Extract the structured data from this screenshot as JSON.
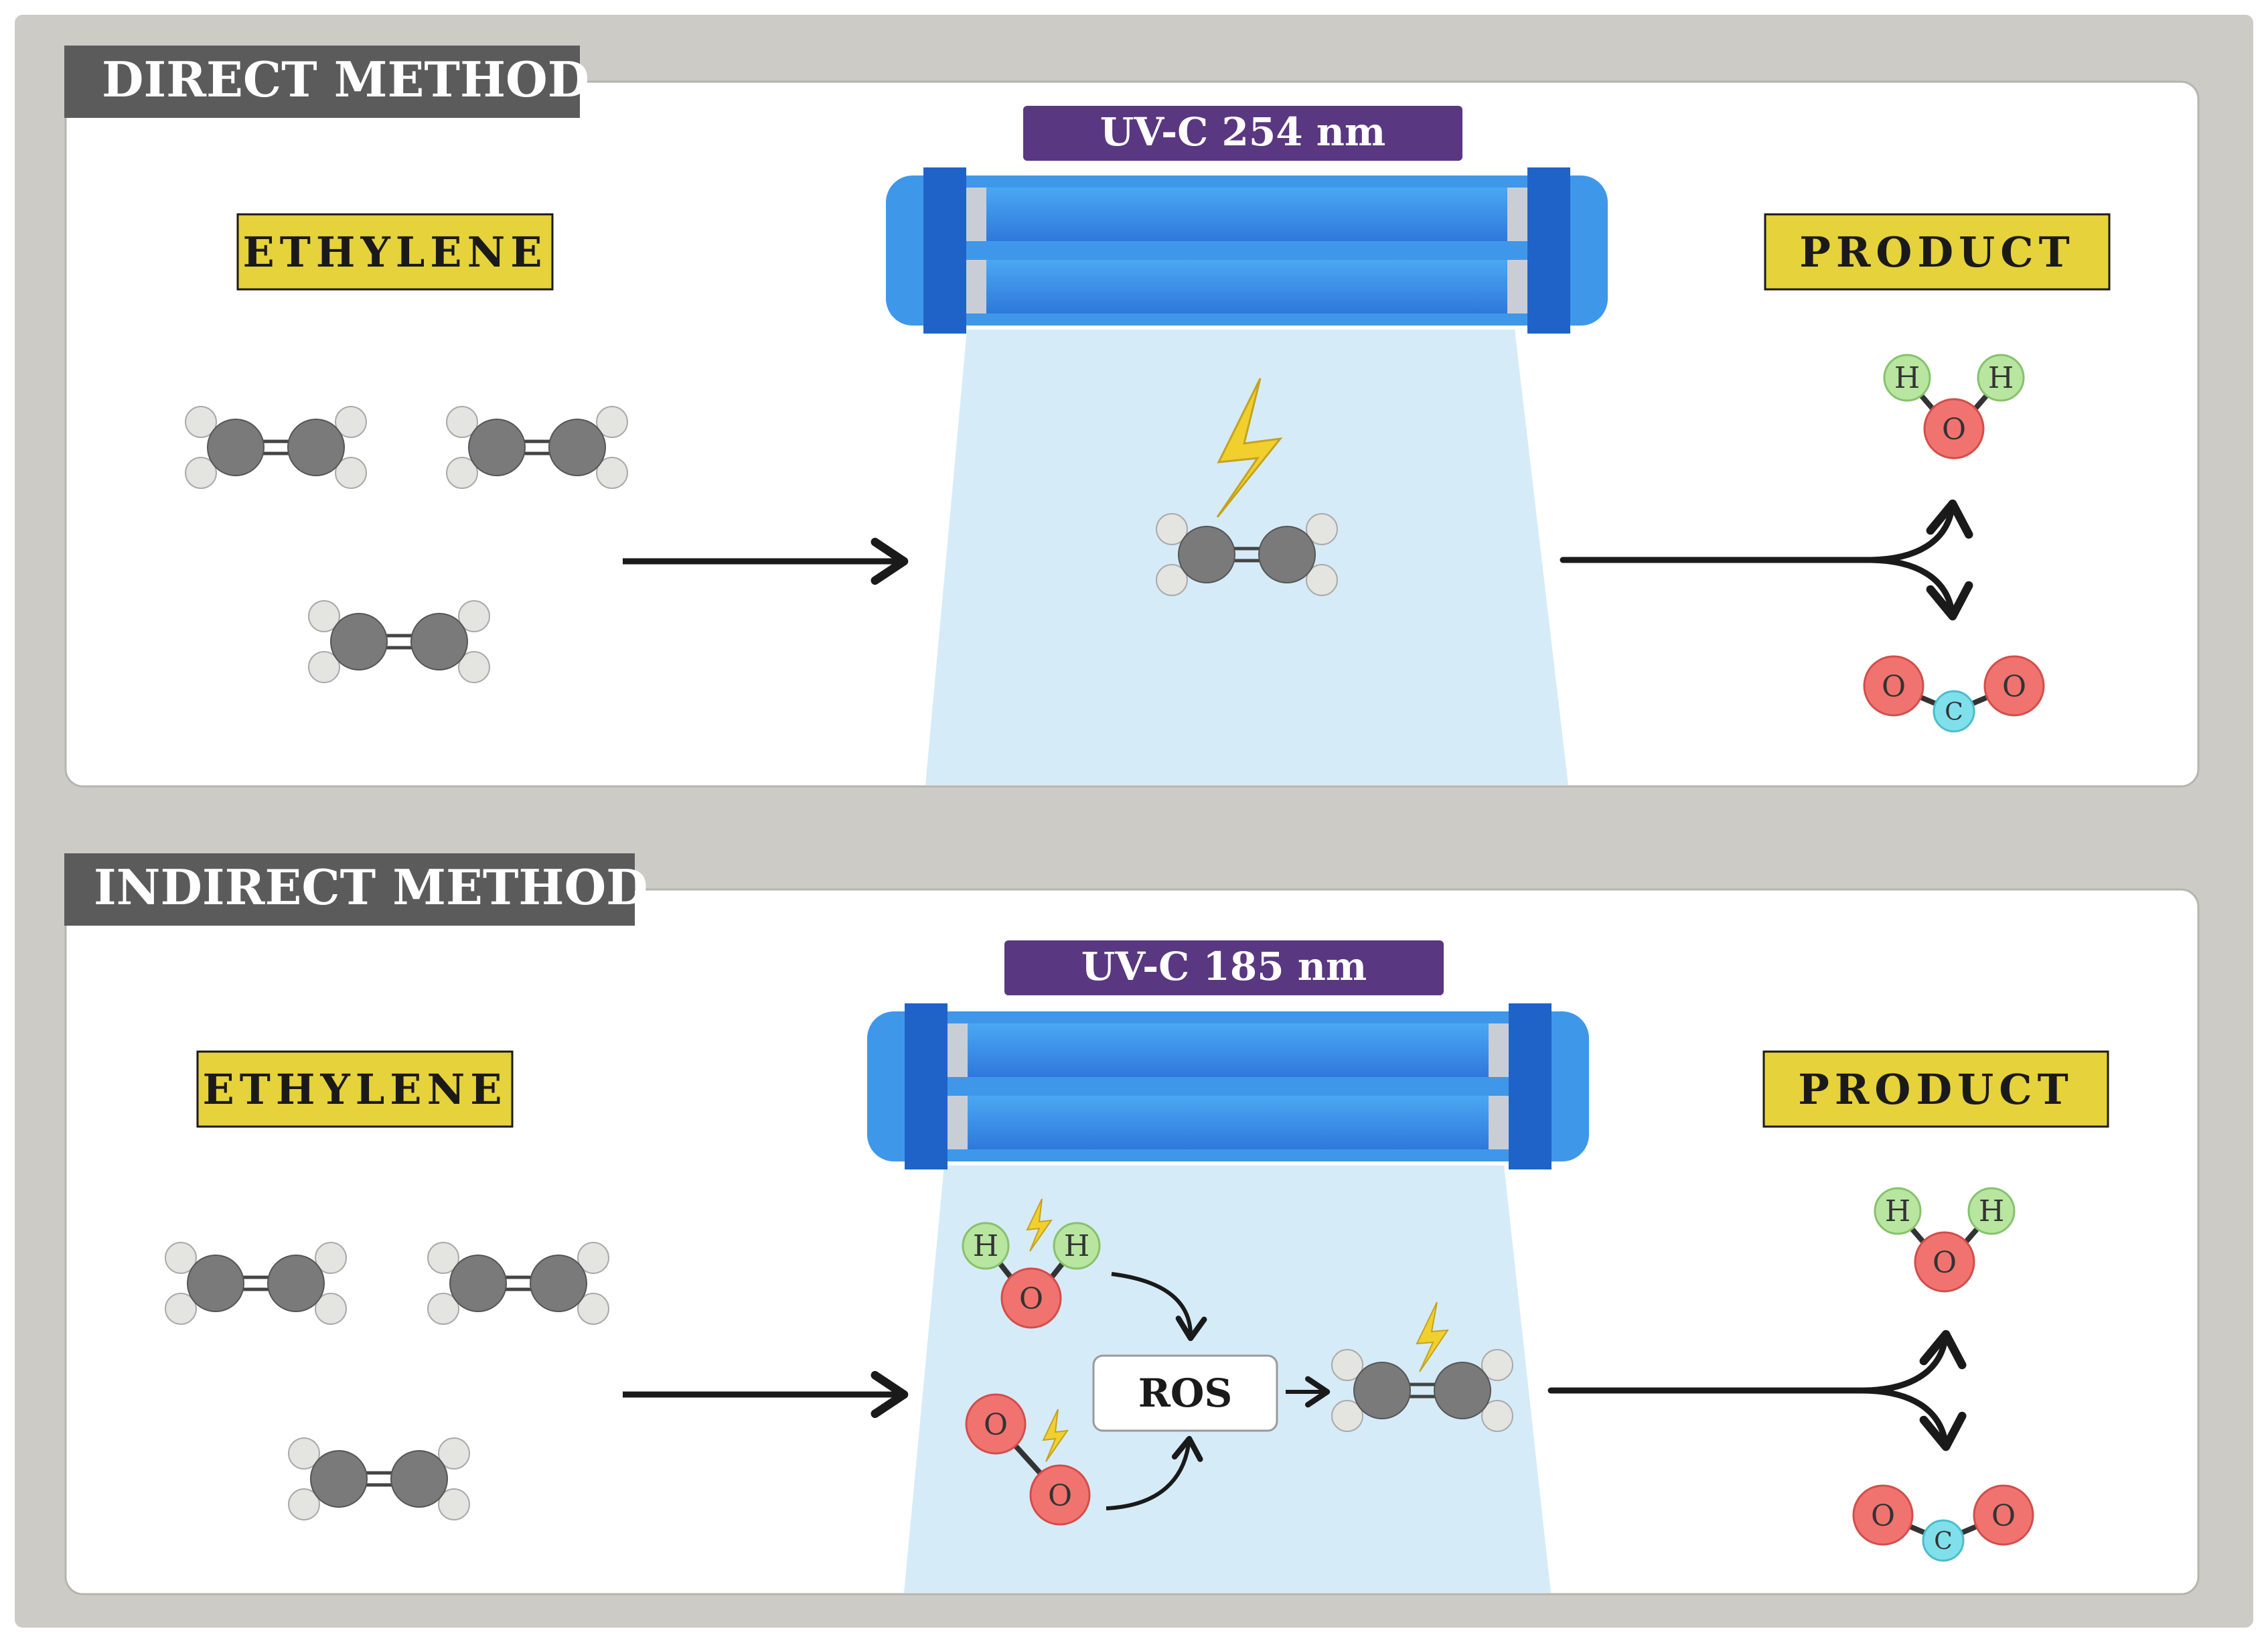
{
  "direct": {
    "tab_label": "DIRECT METHOD",
    "uv_label": "UV-C 254 nm",
    "reactant_label": "ETHYLENE",
    "product_label": "PRODUCT"
  },
  "indirect": {
    "tab_label": "INDIRECT METHOD",
    "uv_label": "UV-C 185 nm",
    "reactant_label": "ETHYLENE",
    "product_label": "PRODUCT",
    "intermediate_label": "ROS"
  },
  "atoms": {
    "hydrogen": "H",
    "oxygen": "O",
    "carbon": "C"
  },
  "colors": {
    "frame": "#cccbc6",
    "tab": "#5b5b5b",
    "label_box": "#e6d23b",
    "uv_box": "#5a3781",
    "beam": "#d6ebf8",
    "lamp": "#3f97ea",
    "lamp_dark": "#1f63c9",
    "carbon": "#7a7a7a",
    "hydrogen_ethylene": "#e4e4e0",
    "hydrogen_product": "#b8e6a0",
    "oxygen": "#f0736f",
    "carbon_product": "#7fe0ec",
    "bolt": "#f1d02e"
  }
}
